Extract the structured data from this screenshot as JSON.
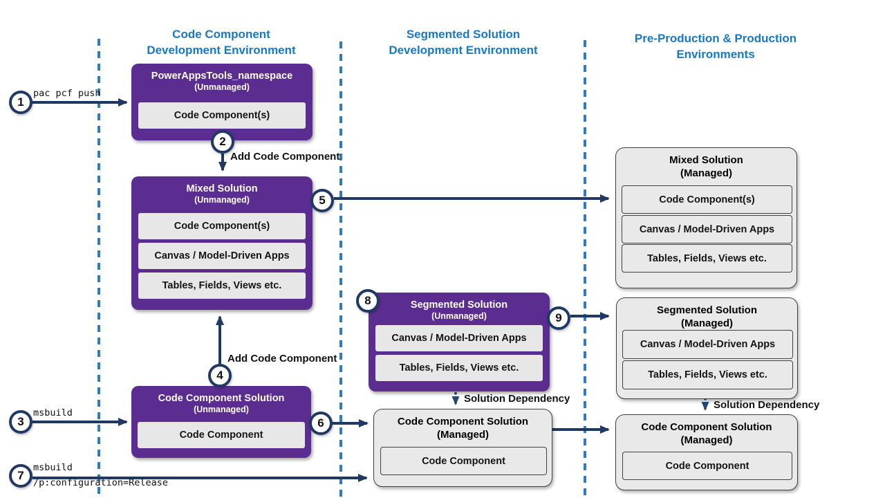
{
  "colors": {
    "purple": "#5c2d91",
    "header_blue": "#1878c8",
    "separator_blue": "#2e7bc5",
    "arrow_navy": "#1f3864",
    "managed_gray": "#e9e9e9"
  },
  "column_headers": [
    {
      "label": "Code Component\nDevelopment Environment"
    },
    {
      "label": "Segmented Solution\nDevelopment Environment"
    },
    {
      "label": "Pre-Production & Production\nEnvironments"
    }
  ],
  "step_numbers": [
    "1",
    "2",
    "3",
    "4",
    "5",
    "6",
    "7",
    "8",
    "9"
  ],
  "labels": {
    "pac_pcf_push": "pac pcf push",
    "msbuild": "msbuild",
    "msbuild_config": "/p:configuration=Release",
    "add_code_component": "Add Code Component",
    "solution_dependency": "Solution Dependency"
  },
  "boxes": {
    "powerapps_tools": {
      "title": "PowerAppsTools_namespace",
      "state": "(Unmanaged)",
      "items": [
        "Code Component(s)"
      ]
    },
    "mixed_unmanaged": {
      "title": "Mixed Solution",
      "state": "(Unmanaged)",
      "items": [
        "Code Component(s)",
        "Canvas / Model-Driven Apps",
        "Tables, Fields, Views etc."
      ]
    },
    "code_component_unmanaged": {
      "title": "Code Component Solution",
      "state": "(Unmanaged)",
      "items": [
        "Code Component"
      ]
    },
    "segmented_unmanaged": {
      "title": "Segmented Solution",
      "state": "(Unmanaged)",
      "items": [
        "Canvas / Model-Driven Apps",
        "Tables, Fields, Views etc."
      ]
    },
    "mixed_managed": {
      "title": "Mixed Solution",
      "state": "(Managed)",
      "items": [
        "Code Component(s)",
        "Canvas / Model-Driven Apps",
        "Tables, Fields, Views etc."
      ]
    },
    "segmented_managed": {
      "title": "Segmented Solution",
      "state": "(Managed)",
      "items": [
        "Canvas / Model-Driven Apps",
        "Tables, Fields, Views etc."
      ]
    },
    "code_component_managed_dev": {
      "title": "Code Component Solution",
      "state": "(Managed)",
      "items": [
        "Code Component"
      ]
    },
    "code_component_managed_prod": {
      "title": "Code Component Solution",
      "state": "(Managed)",
      "items": [
        "Code Component"
      ]
    }
  }
}
